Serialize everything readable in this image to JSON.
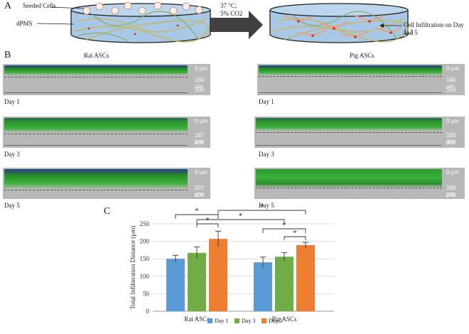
{
  "panel_labels": {
    "a": "A",
    "b": "B",
    "c": "C"
  },
  "schematic": {
    "seeded_cells": "Seeded Cells",
    "scaffold": "dPMS",
    "conditions_line1": "37 °C;",
    "conditions_line2": "5% CO2",
    "infiltration_line1": "Cell Infiltration on Day 1, 3",
    "infiltration_line2": "and 5"
  },
  "column_titles": {
    "rat": "Rat ASCs",
    "pig": "Pig ASCs"
  },
  "images": {
    "rat": [
      {
        "day": "Day 1",
        "top": "0 μm",
        "mid": "150 μm",
        "bottom": "300 μm"
      },
      {
        "day": "Day 3",
        "top": "0 μm",
        "mid": "167 μm",
        "bottom": "300 μm"
      },
      {
        "day": "Day 5",
        "top": "0 μm",
        "mid": "207 μm",
        "bottom": "300 μm"
      }
    ],
    "pig": [
      {
        "day": "Day 1",
        "top": "0 μm",
        "mid": "140 μm",
        "bottom": "300 μm"
      },
      {
        "day": "Day 3",
        "top": "0 μm",
        "mid": "156 μm",
        "bottom": "300 μm"
      },
      {
        "day": "Day 5",
        "top": "0 μm",
        "mid": "189 μm",
        "bottom": "300 μm"
      }
    ]
  },
  "colors": {
    "day1": "#5b9bd5",
    "day3": "#70ad47",
    "day5": "#ed7d31"
  },
  "chart_data": {
    "type": "bar",
    "ylabel": "Total Infilteration Distance (μm)",
    "categories": [
      "Rat ASCs",
      "Pig ASCs"
    ],
    "ylim": [
      0,
      250
    ],
    "yticks": [
      0,
      50,
      100,
      150,
      200,
      250
    ],
    "series": [
      {
        "name": "Day 1",
        "values": [
          150,
          140
        ],
        "errors": [
          10,
          15
        ]
      },
      {
        "name": "Day 3",
        "values": [
          167,
          156
        ],
        "errors": [
          17,
          12
        ]
      },
      {
        "name": "Day 5",
        "values": [
          207,
          189
        ],
        "errors": [
          22,
          8
        ]
      }
    ],
    "significance_marker": "*",
    "legend_position": "bottom"
  }
}
